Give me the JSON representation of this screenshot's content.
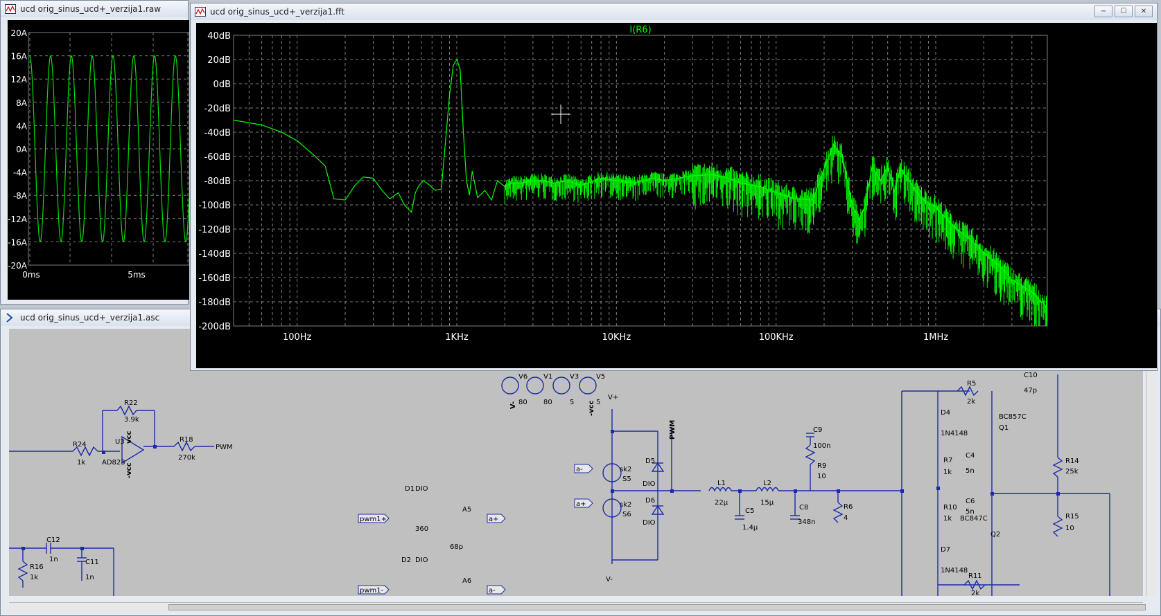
{
  "raw_window": {
    "title": "ucd orig_sinus_ucd+_verzija1.raw",
    "y_ticks": [
      "20A",
      "16A",
      "12A",
      "8A",
      "4A",
      "0A",
      "-4A",
      "-8A",
      "-12A",
      "-16A",
      "-20A"
    ],
    "x_ticks": [
      "0ms",
      "5ms"
    ]
  },
  "asc_window": {
    "title": "ucd orig_sinus_ucd+_verzija1.asc"
  },
  "fft_window": {
    "title": "ucd orig_sinus_ucd+_verzija1.fft",
    "trace_label": "I(R6)",
    "colors": {
      "trace": "#00ff00",
      "grid": "#808080",
      "background": "#000000",
      "axis_text": "#ffffff"
    }
  },
  "chart_data": [
    {
      "type": "line",
      "title": "I(R6)",
      "x_scale": "log",
      "x_ticks": [
        "100Hz",
        "1KHz",
        "10KHz",
        "100KHz",
        "1MHz"
      ],
      "y_ticks": [
        "40dB",
        "20dB",
        "0dB",
        "-20dB",
        "-40dB",
        "-60dB",
        "-80dB",
        "-100dB",
        "-120dB",
        "-140dB",
        "-160dB",
        "-180dB",
        "-200dB"
      ],
      "xlim_hz": [
        40,
        5000000
      ],
      "ylim_db": [
        -200,
        40
      ],
      "grid": true,
      "series": [
        {
          "name": "I(R6)",
          "x_hz": [
            40,
            60,
            80,
            100,
            130,
            150,
            170,
            200,
            230,
            260,
            300,
            340,
            380,
            430,
            470,
            520,
            550,
            580,
            620,
            680,
            730,
            800,
            860,
            900,
            950,
            1000,
            1050,
            1100,
            1150,
            1200,
            1250,
            1350,
            1500,
            1650,
            1800,
            2000,
            2200,
            2500,
            3000,
            3500,
            4000,
            5000,
            6000,
            8000,
            10000,
            13000,
            17000,
            20000,
            30000,
            40000,
            50000,
            60000,
            80000,
            100000,
            130000,
            170000,
            200000,
            230000,
            260000,
            300000,
            330000,
            360000,
            400000,
            450000,
            500000,
            550000,
            600000,
            700000,
            800000,
            1000000,
            1300000,
            1700000,
            2000000,
            2500000,
            3000000,
            4000000,
            5000000
          ],
          "y_db": [
            -30,
            -34,
            -40,
            -47,
            -60,
            -68,
            -95,
            -96,
            -84,
            -77,
            -78,
            -88,
            -95,
            -90,
            -100,
            -106,
            -90,
            -84,
            -80,
            -84,
            -88,
            -87,
            -40,
            -10,
            15,
            20,
            12,
            -40,
            -80,
            -92,
            -72,
            -94,
            -88,
            -96,
            -80,
            -85,
            -82,
            -82,
            -80,
            -80,
            -82,
            -80,
            -84,
            -78,
            -80,
            -82,
            -78,
            -80,
            -76,
            -75,
            -78,
            -82,
            -85,
            -90,
            -95,
            -96,
            -70,
            -50,
            -60,
            -100,
            -112,
            -102,
            -68,
            -80,
            -68,
            -90,
            -70,
            -82,
            -94,
            -102,
            -118,
            -130,
            -140,
            -150,
            -162,
            -172,
            -185
          ]
        }
      ]
    },
    {
      "type": "line",
      "x_ticks": [
        "0ms",
        "5ms"
      ],
      "y_ticks": [
        "20A",
        "16A",
        "12A",
        "8A",
        "4A",
        "0A",
        "-4A",
        "-8A",
        "-12A",
        "-16A",
        "-20A"
      ],
      "ylim_a": [
        -20,
        20
      ],
      "series": [
        {
          "amplitude_a": 16,
          "period_ms": 1
        }
      ]
    }
  ],
  "schematic": {
    "labels": {
      "r24": "R24",
      "r24v": "1k",
      "r22": "R22",
      "r22v": "3.9k",
      "u3": "U3",
      "u3m": "AD823",
      "r18": "R18",
      "r18v": "270k",
      "pwm_net": "PWM",
      "vcc1": "vcc",
      "vcc2": "-vcc",
      "c12": "C12",
      "c12v": "1n",
      "c11": "C11",
      "c11v": "1n",
      "r16": "R16",
      "r16v": "1k",
      "v6": "V6",
      "v6v": "80",
      "v1": "V1",
      "v1v": "80",
      "v3": "V3",
      "v3v": "5",
      "v5": "V5",
      "v5v": "5",
      "vplus": "V+",
      "vminus": "V-",
      "vneg": "-vcc",
      "d1": "D1",
      "d1m": "DIO",
      "r_360": "360",
      "a5": "A5",
      "c_68p": "68p",
      "pwm1p": "pwm1+",
      "pwm1m": "pwm1-",
      "d2": "D2",
      "d2m": "DIO",
      "a6": "A6",
      "ap": "a+",
      "am": "a-",
      "sk2a": "sk2",
      "s5": "S5",
      "sk2b": "sk2",
      "s6": "S6",
      "d5": "D5",
      "d5m": "DIO",
      "d6": "D6",
      "d6m": "DIO",
      "pwm_vert": "PWM",
      "l1": "L1",
      "l1v": "22µ",
      "c5": "C5",
      "c5v": "1.4µ",
      "l2": "L2",
      "l2v": "15µ",
      "c8": "C8",
      "c8v": "348n",
      "c9": "C9",
      "c9v": "100n",
      "r9": "R9",
      "r9v": "10",
      "r6": "R6",
      "r6v": "4",
      "r5": "R5",
      "r5v": "2k",
      "c10": "C10",
      "c10v": "47p",
      "d4": "D4",
      "d4m": "1N4148",
      "q1m": "BC857C",
      "q1": "Q1",
      "c4": "C4",
      "c4v": "5n",
      "r7": "R7",
      "r7v": "1k",
      "c6": "C6",
      "c6v": "5n",
      "r10": "R10",
      "r10v": "1k",
      "q2m": "BC847C",
      "q2": "Q2",
      "d7": "D7",
      "d7m": "1N4148",
      "r11": "R11",
      "r11v": "2k",
      "r14": "R14",
      "r14v": "25k",
      "r15": "R15",
      "r15v": "10"
    }
  }
}
